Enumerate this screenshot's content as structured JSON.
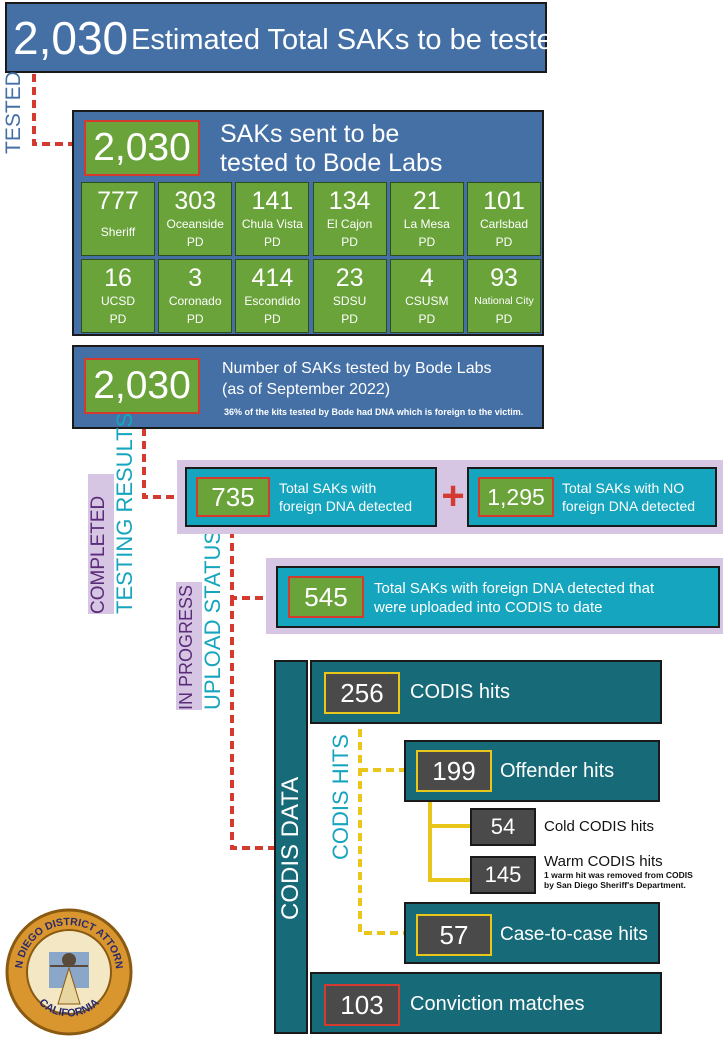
{
  "header": {
    "count": "2,030",
    "label": "Estimated Total SAKs to be tested"
  },
  "labels": {
    "tested": "TESTED",
    "completed": "COMPLETED",
    "testing_results": "TESTING RESULTS",
    "in_progress": "IN PROGRESS",
    "upload_status": "UPLOAD STATUS",
    "codis_data": "CODIS DATA",
    "codis_hits": "CODIS HITS"
  },
  "sent": {
    "count": "2,030",
    "label_line1": "SAKs sent to be",
    "label_line2": "tested to Bode Labs",
    "agencies": [
      {
        "count": "777",
        "name": "Sheriff",
        "suffix": ""
      },
      {
        "count": "303",
        "name": "Oceanside",
        "suffix": "PD"
      },
      {
        "count": "141",
        "name": "Chula Vista",
        "suffix": "PD"
      },
      {
        "count": "134",
        "name": "El Cajon",
        "suffix": "PD"
      },
      {
        "count": "21",
        "name": "La Mesa",
        "suffix": "PD"
      },
      {
        "count": "101",
        "name": "Carlsbad",
        "suffix": "PD"
      },
      {
        "count": "16",
        "name": "UCSD",
        "suffix": "PD"
      },
      {
        "count": "3",
        "name": "Coronado",
        "suffix": "PD"
      },
      {
        "count": "414",
        "name": "Escondido",
        "suffix": "PD"
      },
      {
        "count": "23",
        "name": "SDSU",
        "suffix": "PD"
      },
      {
        "count": "4",
        "name": "CSUSM",
        "suffix": "PD"
      },
      {
        "count": "93",
        "name": "National City",
        "suffix": "PD"
      }
    ]
  },
  "tested_box": {
    "count": "2,030",
    "label_line1": "Number of SAKs tested by Bode Labs",
    "label_line2": "(as of September 2022)",
    "note": "36% of the kits tested by Bode had DNA which is foreign to the victim."
  },
  "foreign": {
    "count": "735",
    "label_line1": "Total SAKs with",
    "label_line2": "foreign DNA detected"
  },
  "plus": "+",
  "no_foreign": {
    "count": "1,295",
    "label_line1": "Total SAKs with NO",
    "label_line2": "foreign DNA detected"
  },
  "uploaded": {
    "count": "545",
    "label_line1": "Total SAKs with foreign DNA detected that",
    "label_line2": "were uploaded into CODIS to date"
  },
  "codis": {
    "hits": {
      "count": "256",
      "label": "CODIS hits"
    },
    "offender": {
      "count": "199",
      "label": "Offender hits"
    },
    "cold": {
      "count": "54",
      "label": "Cold CODIS hits"
    },
    "warm": {
      "count": "145",
      "label": "Warm CODIS hits",
      "note_line1": "1 warm hit was removed from CODIS",
      "note_line2": "by San Diego Sheriff's Department."
    },
    "case": {
      "count": "57",
      "label": "Case-to-case hits"
    },
    "conviction": {
      "count": "103",
      "label": "Conviction matches"
    }
  },
  "seal": {
    "top_text": "SAN DIEGO DISTRICT ATTORNEY",
    "bottom_text": "CALIFORNIA"
  },
  "colors": {
    "blue": "#4470a6",
    "green": "#6aa33a",
    "teal": "#16a5be",
    "dark_teal": "#176a77",
    "red_dash": "#d43a2f",
    "yellow_line": "#e8c61a",
    "purple": "#d7c6e3"
  }
}
